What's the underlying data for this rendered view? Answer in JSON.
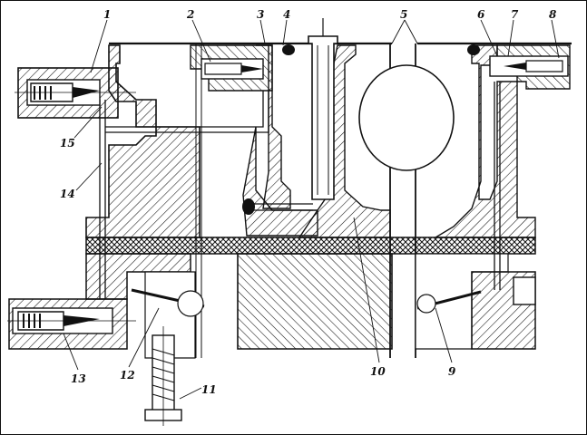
{
  "labels": [
    {
      "id": "1",
      "text": "1"
    },
    {
      "id": "2",
      "text": "2"
    },
    {
      "id": "3",
      "text": "3"
    },
    {
      "id": "4",
      "text": "4"
    },
    {
      "id": "5",
      "text": "5"
    },
    {
      "id": "6",
      "text": "6"
    },
    {
      "id": "7",
      "text": "7"
    },
    {
      "id": "8",
      "text": "8"
    },
    {
      "id": "9",
      "text": "9"
    },
    {
      "id": "10",
      "text": "10"
    },
    {
      "id": "11",
      "text": "11"
    },
    {
      "id": "12",
      "text": "12"
    },
    {
      "id": "13",
      "text": "13"
    },
    {
      "id": "14",
      "text": "14"
    },
    {
      "id": "15",
      "text": "15"
    }
  ],
  "colors": {
    "ink": "#111111",
    "paper": "#ffffff"
  }
}
